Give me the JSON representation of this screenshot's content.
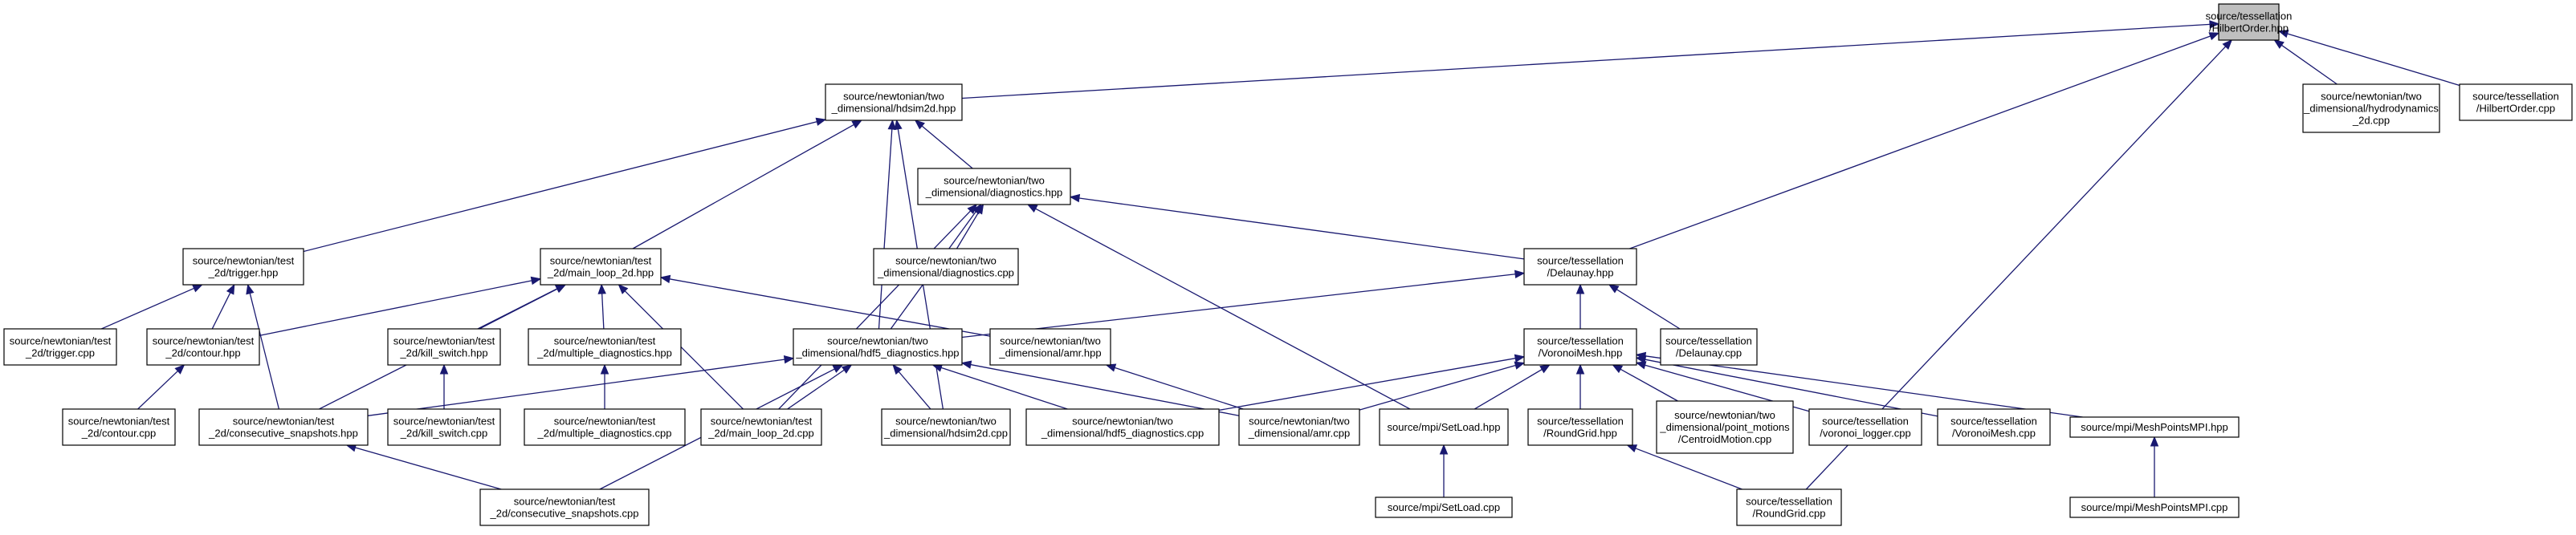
{
  "graph": {
    "nodes": [
      {
        "id": "root",
        "lines": [
          "source/tessellation",
          "/HilbertOrder.hpp"
        ],
        "highlight": true
      },
      {
        "id": "hdsim2d_hpp",
        "lines": [
          "source/newtonian/two",
          "_dimensional/hdsim2d.hpp"
        ]
      },
      {
        "id": "hydro_cpp",
        "lines": [
          "source/newtonian/two",
          "_dimensional/hydrodynamics",
          "_2d.cpp"
        ]
      },
      {
        "id": "hilbert_cpp",
        "lines": [
          "source/tessellation",
          "/HilbertOrder.cpp"
        ]
      },
      {
        "id": "diag_hpp",
        "lines": [
          "source/newtonian/two",
          "_dimensional/diagnostics.hpp"
        ]
      },
      {
        "id": "trigger_hpp",
        "lines": [
          "source/newtonian/test",
          "_2d/trigger.hpp"
        ]
      },
      {
        "id": "mainloop_hpp",
        "lines": [
          "source/newtonian/test",
          "_2d/main_loop_2d.hpp"
        ]
      },
      {
        "id": "diag_cpp",
        "lines": [
          "source/newtonian/two",
          "_dimensional/diagnostics.cpp"
        ]
      },
      {
        "id": "delaunay_hpp",
        "lines": [
          "source/tessellation",
          "/Delaunay.hpp"
        ]
      },
      {
        "id": "trigger_cpp",
        "lines": [
          "source/newtonian/test",
          "_2d/trigger.cpp"
        ]
      },
      {
        "id": "contour_hpp",
        "lines": [
          "source/newtonian/test",
          "_2d/contour.hpp"
        ]
      },
      {
        "id": "kill_hpp",
        "lines": [
          "source/newtonian/test",
          "_2d/kill_switch.hpp"
        ]
      },
      {
        "id": "multi_hpp",
        "lines": [
          "source/newtonian/test",
          "_2d/multiple_diagnostics.hpp"
        ]
      },
      {
        "id": "hdf5_hpp",
        "lines": [
          "source/newtonian/two",
          "_dimensional/hdf5_diagnostics.hpp"
        ]
      },
      {
        "id": "amr_hpp",
        "lines": [
          "source/newtonian/two",
          "_dimensional/amr.hpp"
        ]
      },
      {
        "id": "voronoi_hpp",
        "lines": [
          "source/tessellation",
          "/VoronoiMesh.hpp"
        ]
      },
      {
        "id": "delaunay_cpp",
        "lines": [
          "source/tessellation",
          "/Delaunay.cpp"
        ]
      },
      {
        "id": "contour_cpp",
        "lines": [
          "source/newtonian/test",
          "_2d/contour.cpp"
        ]
      },
      {
        "id": "consec_hpp",
        "lines": [
          "source/newtonian/test",
          "_2d/consecutive_snapshots.hpp"
        ]
      },
      {
        "id": "kill_cpp",
        "lines": [
          "source/newtonian/test",
          "_2d/kill_switch.cpp"
        ]
      },
      {
        "id": "multi_cpp",
        "lines": [
          "source/newtonian/test",
          "_2d/multiple_diagnostics.cpp"
        ]
      },
      {
        "id": "mainloop_cpp",
        "lines": [
          "source/newtonian/test",
          "_2d/main_loop_2d.cpp"
        ]
      },
      {
        "id": "hdsim2d_cpp",
        "lines": [
          "source/newtonian/two",
          "_dimensional/hdsim2d.cpp"
        ]
      },
      {
        "id": "hdf5_cpp",
        "lines": [
          "source/newtonian/two",
          "_dimensional/hdf5_diagnostics.cpp"
        ]
      },
      {
        "id": "amr_cpp",
        "lines": [
          "source/newtonian/two",
          "_dimensional/amr.cpp"
        ]
      },
      {
        "id": "setload_hpp",
        "lines": [
          "source/mpi/SetLoad.hpp"
        ]
      },
      {
        "id": "roundgrid_hpp",
        "lines": [
          "source/tessellation",
          "/RoundGrid.hpp"
        ]
      },
      {
        "id": "centroid_cpp",
        "lines": [
          "source/newtonian/two",
          "_dimensional/point_motions",
          "/CentroidMotion.cpp"
        ]
      },
      {
        "id": "vlogger_cpp",
        "lines": [
          "source/tessellation",
          "/voronoi_logger.cpp"
        ]
      },
      {
        "id": "voronoi_cpp",
        "lines": [
          "source/tessellation",
          "/VoronoiMesh.cpp"
        ]
      },
      {
        "id": "meshmpi_hpp",
        "lines": [
          "source/mpi/MeshPointsMPI.hpp"
        ]
      },
      {
        "id": "consec_cpp",
        "lines": [
          "source/newtonian/test",
          "_2d/consecutive_snapshots.cpp"
        ]
      },
      {
        "id": "setload_cpp",
        "lines": [
          "source/mpi/SetLoad.cpp"
        ]
      },
      {
        "id": "roundgrid_cpp",
        "lines": [
          "source/tessellation",
          "/RoundGrid.cpp"
        ]
      },
      {
        "id": "meshmpi_cpp",
        "lines": [
          "source/mpi/MeshPointsMPI.cpp"
        ]
      }
    ],
    "edges": [
      [
        "hdsim2d_hpp",
        "root"
      ],
      [
        "hydro_cpp",
        "root"
      ],
      [
        "hilbert_cpp",
        "root"
      ],
      [
        "delaunay_hpp",
        "root"
      ],
      [
        "roundgrid_cpp",
        "root"
      ],
      [
        "diag_hpp",
        "hdsim2d_hpp"
      ],
      [
        "trigger_hpp",
        "hdsim2d_hpp"
      ],
      [
        "mainloop_hpp",
        "hdsim2d_hpp"
      ],
      [
        "hdf5_hpp",
        "hdsim2d_hpp"
      ],
      [
        "hdsim2d_cpp",
        "hdsim2d_hpp"
      ],
      [
        "diag_cpp",
        "diag_hpp"
      ],
      [
        "hdf5_hpp",
        "diag_hpp"
      ],
      [
        "mainloop_cpp",
        "diag_hpp"
      ],
      [
        "setload_hpp",
        "diag_hpp"
      ],
      [
        "delaunay_hpp",
        "diag_hpp"
      ],
      [
        "trigger_cpp",
        "trigger_hpp"
      ],
      [
        "contour_hpp",
        "trigger_hpp"
      ],
      [
        "consec_hpp",
        "trigger_hpp"
      ],
      [
        "contour_hpp",
        "mainloop_hpp"
      ],
      [
        "kill_hpp",
        "mainloop_hpp"
      ],
      [
        "multi_hpp",
        "mainloop_hpp"
      ],
      [
        "consec_hpp",
        "mainloop_hpp"
      ],
      [
        "mainloop_cpp",
        "mainloop_hpp"
      ],
      [
        "amr_hpp",
        "mainloop_hpp"
      ],
      [
        "hdf5_hpp",
        "delaunay_hpp"
      ],
      [
        "voronoi_hpp",
        "delaunay_hpp"
      ],
      [
        "delaunay_cpp",
        "delaunay_hpp"
      ],
      [
        "contour_cpp",
        "contour_hpp"
      ],
      [
        "kill_cpp",
        "kill_hpp"
      ],
      [
        "multi_cpp",
        "multi_hpp"
      ],
      [
        "consec_hpp",
        "hdf5_hpp"
      ],
      [
        "mainloop_cpp",
        "hdf5_hpp"
      ],
      [
        "hdsim2d_cpp",
        "hdf5_hpp"
      ],
      [
        "hdf5_cpp",
        "hdf5_hpp"
      ],
      [
        "amr_cpp",
        "hdf5_hpp"
      ],
      [
        "consec_cpp",
        "hdf5_hpp"
      ],
      [
        "amr_cpp",
        "amr_hpp"
      ],
      [
        "hdf5_cpp",
        "voronoi_hpp"
      ],
      [
        "amr_cpp",
        "voronoi_hpp"
      ],
      [
        "setload_hpp",
        "voronoi_hpp"
      ],
      [
        "roundgrid_hpp",
        "voronoi_hpp"
      ],
      [
        "centroid_cpp",
        "voronoi_hpp"
      ],
      [
        "vlogger_cpp",
        "voronoi_hpp"
      ],
      [
        "voronoi_cpp",
        "voronoi_hpp"
      ],
      [
        "meshmpi_hpp",
        "voronoi_hpp"
      ],
      [
        "consec_cpp",
        "consec_hpp"
      ],
      [
        "setload_cpp",
        "setload_hpp"
      ],
      [
        "roundgrid_cpp",
        "roundgrid_hpp"
      ],
      [
        "meshmpi_cpp",
        "meshmpi_hpp"
      ]
    ]
  }
}
